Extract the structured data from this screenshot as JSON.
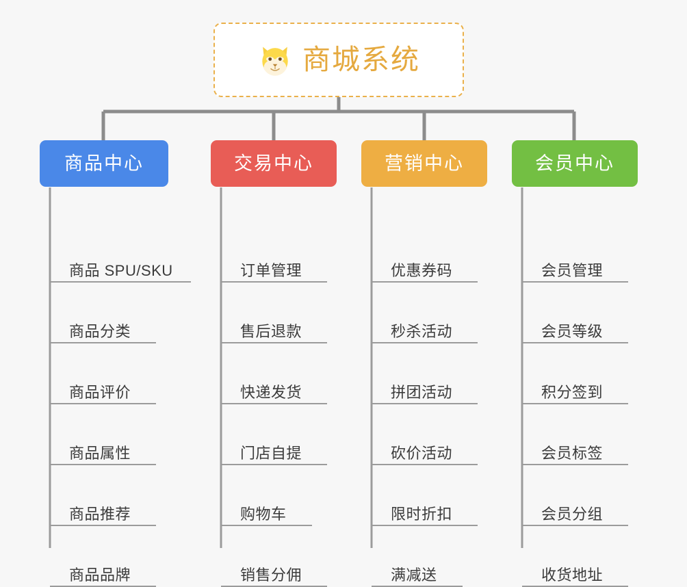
{
  "diagram": {
    "type": "tree",
    "background_color": "#f7f7f7",
    "root": {
      "title": "商城系统",
      "icon": "shiba-dog-face-icon",
      "title_color": "#e5a93f",
      "border_color": "#eab04a",
      "border_style": "dashed",
      "fill_color": "#ffffff"
    },
    "connector_color": "#8c8c8c",
    "categories": [
      {
        "label": "商品中心",
        "color": "#4a88e8",
        "leaves": [
          "商品 SPU/SKU",
          "商品分类",
          "商品评价",
          "商品属性",
          "商品推荐",
          "商品品牌"
        ]
      },
      {
        "label": "交易中心",
        "color": "#e85d56",
        "leaves": [
          "订单管理",
          "售后退款",
          "快递发货",
          "门店自提",
          "购物车",
          "销售分佣"
        ]
      },
      {
        "label": "营销中心",
        "color": "#eeae43",
        "leaves": [
          "优惠券码",
          "秒杀活动",
          "拼团活动",
          "砍价活动",
          "限时折扣",
          "满减送"
        ]
      },
      {
        "label": "会员中心",
        "color": "#73bf43",
        "leaves": [
          "会员管理",
          "会员等级",
          "积分签到",
          "会员标签",
          "会员分组",
          "收货地址"
        ]
      }
    ]
  }
}
